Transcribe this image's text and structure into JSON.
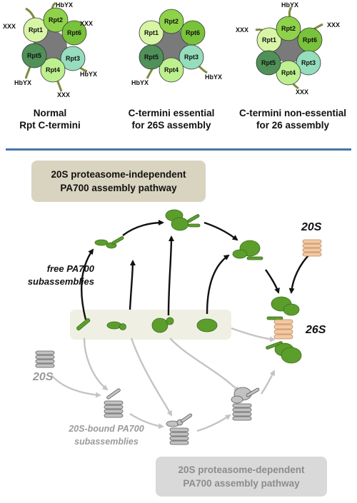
{
  "rings": [
    {
      "subunits": [
        "Rpt1",
        "Rpt2",
        "Rpt6",
        "Rpt3",
        "Rpt4",
        "Rpt5"
      ],
      "tail_labels": [
        "XXX",
        "HbYX",
        "XXX",
        "HbYX",
        "XXX",
        "HbYX"
      ],
      "caption_line1": "Normal",
      "caption_line2": "Rpt C-termini"
    },
    {
      "subunits": [
        "Rpt1",
        "Rpt2",
        "Rpt6",
        "Rpt3",
        "Rpt4",
        "Rpt5"
      ],
      "tail_labels": [
        "HbYX",
        "HbYX"
      ],
      "caption_line1": "C-termini essential",
      "caption_line2": "for 26S assembly"
    },
    {
      "subunits": [
        "Rpt1",
        "Rpt2",
        "Rpt6",
        "Rpt3",
        "Rpt4",
        "Rpt5"
      ],
      "tail_labels": [
        "XXX",
        "HbYX",
        "XXX",
        "XXX"
      ],
      "caption_line1": "C-termini non-essential",
      "caption_line2": "for 26 assembly"
    }
  ],
  "pathway": {
    "independent_title_line1": "20S proteasome-independent",
    "independent_title_line2": "PA700 assembly pathway",
    "dependent_title_line1": "20S proteasome-dependent",
    "dependent_title_line2": "PA700 assembly pathway",
    "free_label_line1": "free PA700",
    "free_label_line2": "subassemblies",
    "bound_label_line1": "20S-bound PA700",
    "bound_label_line2": "subassemblies",
    "label_20s_top": "20S",
    "label_20s_left": "20S",
    "label_26s": "26S"
  },
  "colors": {
    "rpt1": "#d8f5a6",
    "rpt2": "#8ed24a",
    "rpt6": "#79c23b",
    "rpt3": "#95ddbc",
    "rpt4": "#bdf08f",
    "rpt5": "#4f9158",
    "center": "#7a7a7a",
    "tail": "#7d8a3e",
    "green": "#5c9e2c",
    "green_dark": "#3a6e1a",
    "grey": "#c2c2c2",
    "grey_dark": "#5a5a5a",
    "peach": "#f5c8a2",
    "independent_box": "#d8d4bf",
    "dependent_box": "#d9d9d9",
    "free_row_box": "#efefe4",
    "separator": "#4a72a8",
    "arrow_black": "#111111",
    "arrow_grey": "#c4c4c4"
  }
}
